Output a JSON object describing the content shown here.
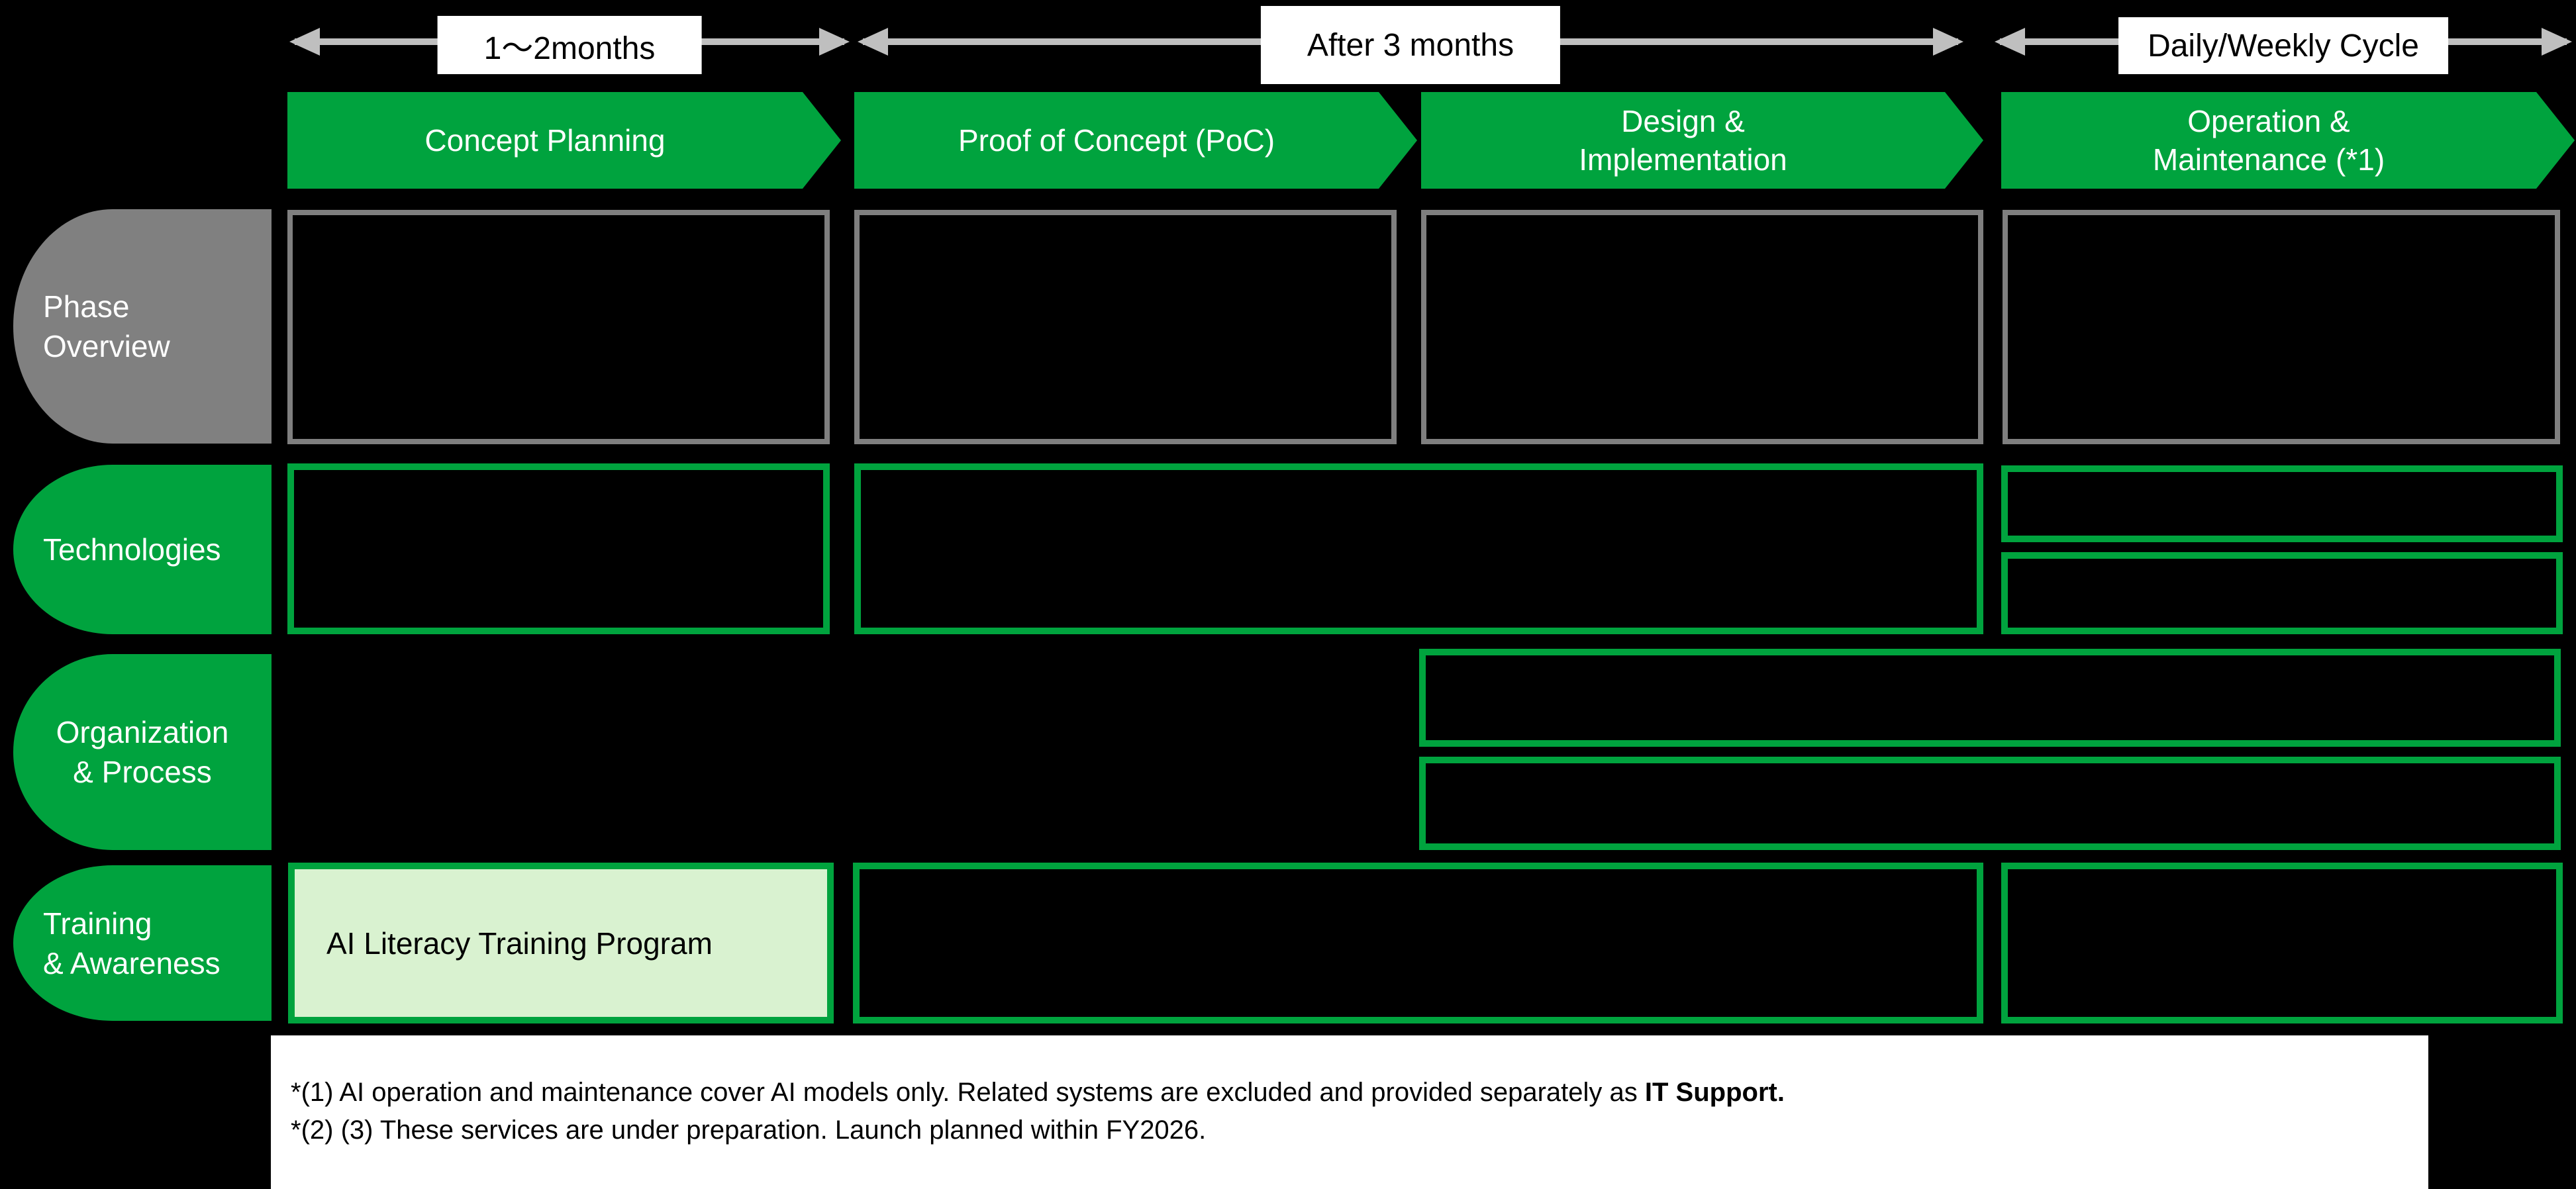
{
  "colors": {
    "green": "#00a33e",
    "light_green": "#d9f2d0",
    "gray": "#808080",
    "border_gray": "#7f7f7f",
    "arrow_gray": "#bfbfbf",
    "white": "#ffffff",
    "black": "#000000"
  },
  "timeline": {
    "segments": [
      {
        "label": "1〜2months"
      },
      {
        "label": "After 3 months"
      },
      {
        "label": "Daily/Weekly Cycle"
      }
    ]
  },
  "phases": [
    {
      "lines": [
        "Concept Planning"
      ]
    },
    {
      "lines": [
        "Proof of Concept (PoC)"
      ]
    },
    {
      "lines": [
        "Design &",
        "Implementation"
      ]
    },
    {
      "lines": [
        "Operation &",
        "Maintenance (*1)"
      ]
    }
  ],
  "row_labels": [
    {
      "lines": [
        "Phase",
        "Overview"
      ]
    },
    {
      "lines": [
        "Technologies"
      ]
    },
    {
      "lines": [
        "Organization",
        "& Process"
      ]
    },
    {
      "lines": [
        "Training",
        "& Awareness"
      ]
    }
  ],
  "cells": {
    "ai_literacy": "AI Literacy Training Program"
  },
  "footnotes": {
    "line1_text": "*(1) AI operation and maintenance cover AI models only. Related systems are excluded and provided separately as ",
    "line1_bold": "IT Support.",
    "line2_text": "*(2) (3) These services are under preparation. Launch planned within FY2026."
  }
}
